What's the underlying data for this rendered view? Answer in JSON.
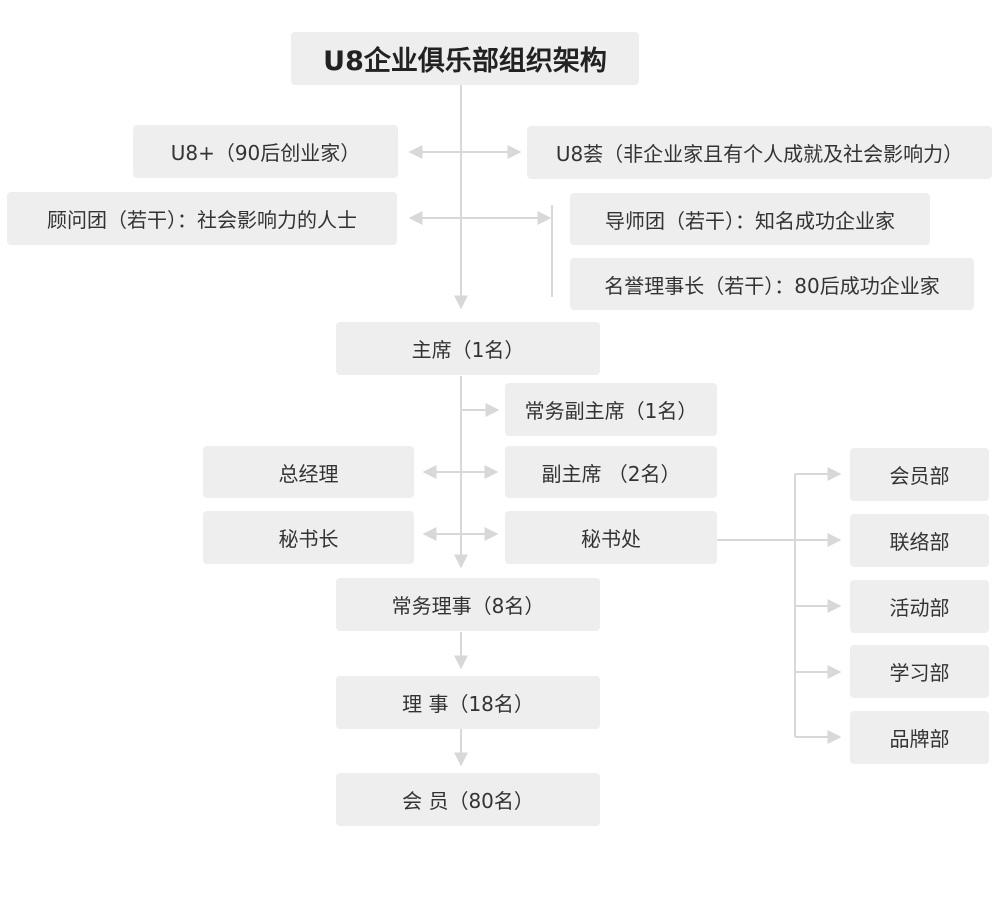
{
  "title": "U8企业俱乐部组织架构",
  "top_left": [
    "U8+（90后创业家）",
    "顾问团（若干）：社会影响力的人士"
  ],
  "top_right": [
    "U8荟（非企业家且有个人成就及社会影响力）",
    "导师团（若干）：知名成功企业家",
    "名誉理事长（若干）：80后成功企业家"
  ],
  "chain": {
    "chairman": "主席（1名）",
    "exec_vice": "常务副主席（1名）",
    "vice": "副主席 （2名）",
    "gm": "总经理",
    "sec_general": "秘书长",
    "secretariat": "秘书处",
    "exec_directors": "常务理事（8名）",
    "directors": "理 事（18名）",
    "members": "会 员（80名）"
  },
  "departments": [
    "会员部",
    "联络部",
    "活动部",
    "学习部",
    "品牌部"
  ],
  "colors": {
    "box": "#eeeeee",
    "line": "#d8d8d8",
    "text": "#333333"
  }
}
